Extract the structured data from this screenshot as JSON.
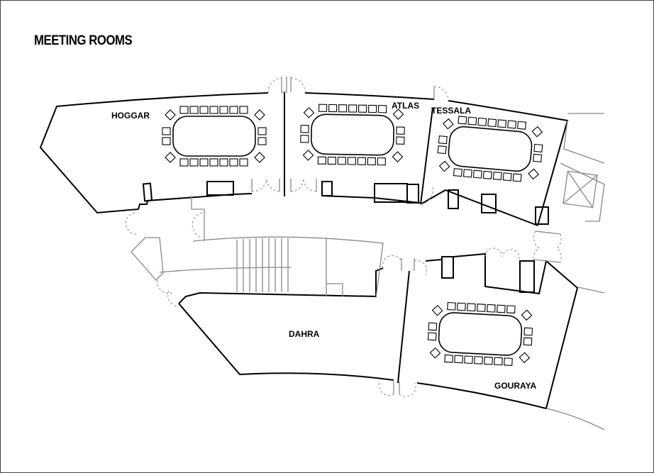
{
  "title": "MEETING ROOMS",
  "rooms": {
    "hoggar": "HOGGAR",
    "atlas": "ATLAS",
    "tessala": "TESSALA",
    "dahra": "DAHRA",
    "gouraya": "GOURAYA"
  }
}
